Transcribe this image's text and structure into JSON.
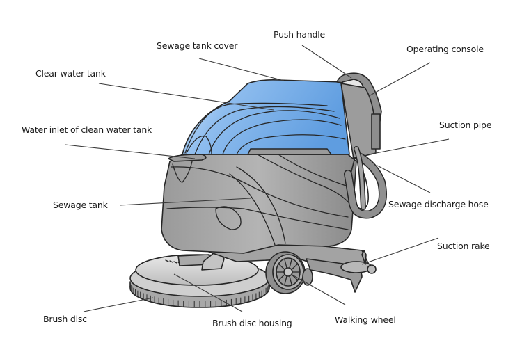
{
  "diagram": {
    "subject": "Walk-behind floor scrubber",
    "colors": {
      "tank_blue": "#6ea8e6",
      "tank_blue_light": "#b9d6f5",
      "body_gray": "#8c8c8c",
      "body_gray_light": "#b8b8b8",
      "outline": "#262626",
      "background": "#ffffff"
    },
    "labels": {
      "push_handle": "Push handle",
      "sewage_tank_cover": "Sewage tank cover",
      "operating_console": "Operating console",
      "clear_water_tank": "Clear water tank",
      "suction_pipe": "Suction pipe",
      "water_inlet": "Water inlet of clean water tank",
      "sewage_tank": "Sewage tank",
      "sewage_discharge_hose": "Sewage discharge hose",
      "suction_rake": "Suction rake",
      "brush_disc": "Brush disc",
      "brush_disc_housing": "Brush disc housing",
      "walking_wheel": "Walking wheel"
    }
  }
}
